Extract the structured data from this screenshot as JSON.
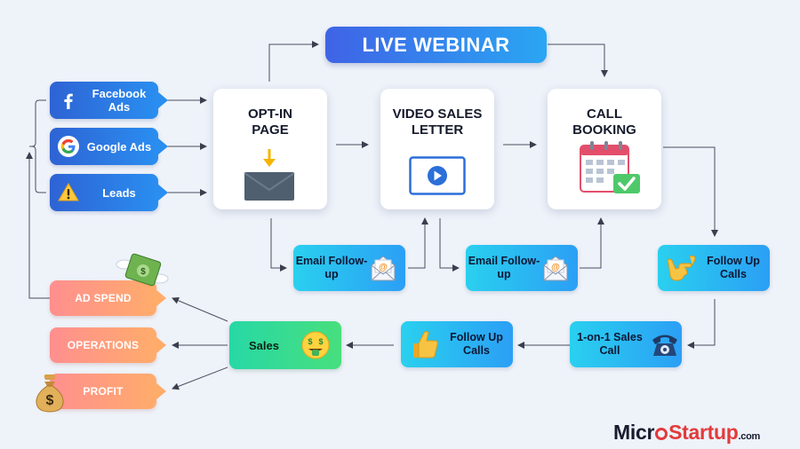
{
  "webinar": {
    "label": "LIVE WEBINAR"
  },
  "sources": [
    {
      "label": "Facebook Ads",
      "icon": "facebook-icon"
    },
    {
      "label": "Google Ads",
      "icon": "google-icon"
    },
    {
      "label": "Leads",
      "icon": "warning-icon"
    }
  ],
  "cards": {
    "optin": "OPT-IN PAGE",
    "vsl": "VIDEO SALES LETTER",
    "call": "CALL BOOKING"
  },
  "followups": {
    "email1": "Email Follow-up",
    "email2": "Email Follow-up",
    "phone1": "Follow Up Calls",
    "call1on1": "1-on-1 Sales Call",
    "phone2": "Follow Up Calls"
  },
  "sales": {
    "label": "Sales"
  },
  "allocations": [
    {
      "label": "AD SPEND"
    },
    {
      "label": "OPERATIONS"
    },
    {
      "label": "PROFIT"
    }
  ],
  "brand": {
    "part1": "Micr",
    "part2": "Startup",
    "part3": ".com"
  }
}
